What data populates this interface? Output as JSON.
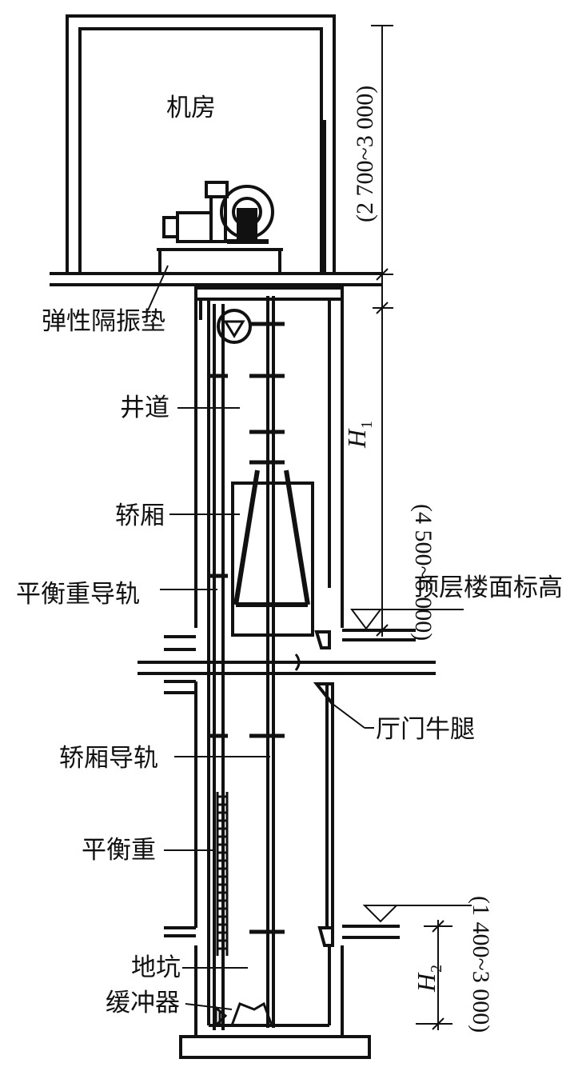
{
  "labels": {
    "machine_room": "机房",
    "isolation_pad": "弹性隔振垫",
    "hoistway": "井道",
    "car": "轿厢",
    "counterweight_rail": "平衡重导轨",
    "top_floor_level": "顶层楼面标高",
    "hall_door_corbel": "厅门牛腿",
    "car_rail": "轿厢导轨",
    "counterweight": "平衡重",
    "pit": "地坑",
    "buffer": "缓冲器"
  },
  "dimensions": {
    "machine_room_height": "(2 700~3 000)",
    "overhead_height": "(4 500~6 000)",
    "pit_depth": "(1 400~3 000)",
    "h1_symbol": "H",
    "h1_sub": "1",
    "h2_symbol": "H",
    "h2_sub": "2"
  }
}
